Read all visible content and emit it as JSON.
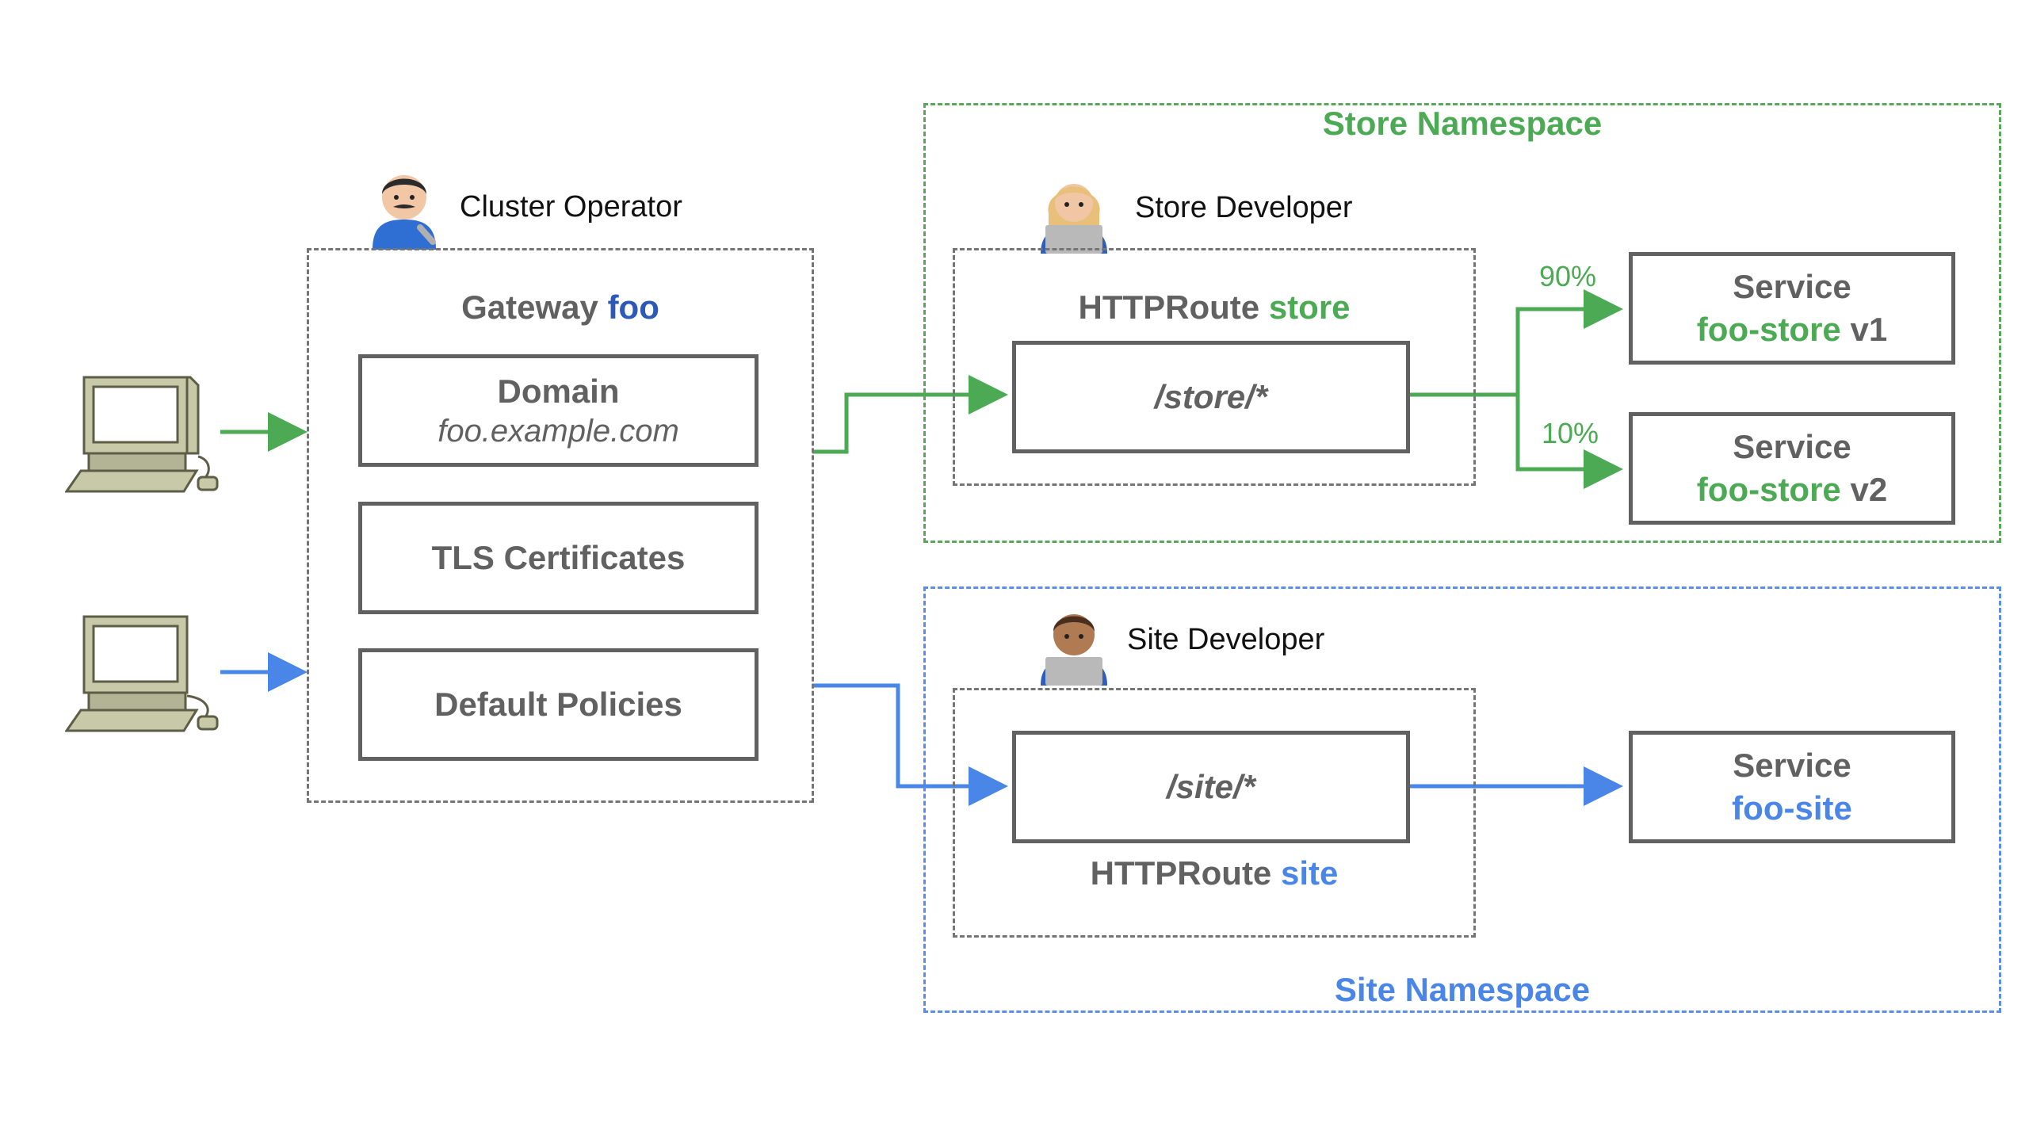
{
  "roles": {
    "cluster_operator": "Cluster Operator",
    "store_developer": "Store Developer",
    "site_developer": "Site Developer"
  },
  "gateway": {
    "title": "Gateway",
    "name": "foo",
    "domain_label": "Domain",
    "domain_value": "foo.example.com",
    "tls_label": "TLS Certificates",
    "policies_label": "Default Policies"
  },
  "store_namespace": {
    "label": "Store Namespace",
    "route_title": "HTTPRoute",
    "route_name": "store",
    "path": "/store/*",
    "split_v1": "90%",
    "split_v2": "10%",
    "service_v1": {
      "label": "Service",
      "name": "foo-store",
      "version": "v1"
    },
    "service_v2": {
      "label": "Service",
      "name": "foo-store",
      "version": "v2"
    }
  },
  "site_namespace": {
    "label": "Site Namespace",
    "route_title": "HTTPRoute",
    "route_name": "site",
    "path": "/site/*",
    "service": {
      "label": "Service",
      "name": "foo-site"
    }
  },
  "colors": {
    "store_green": "#4caa54",
    "site_blue": "#4a86e8",
    "gateway_blue": "#2c59b8",
    "box_border": "#616161"
  },
  "icons": [
    "desktop-computer-icon",
    "cluster-operator-avatar",
    "store-developer-avatar",
    "site-developer-avatar"
  ]
}
